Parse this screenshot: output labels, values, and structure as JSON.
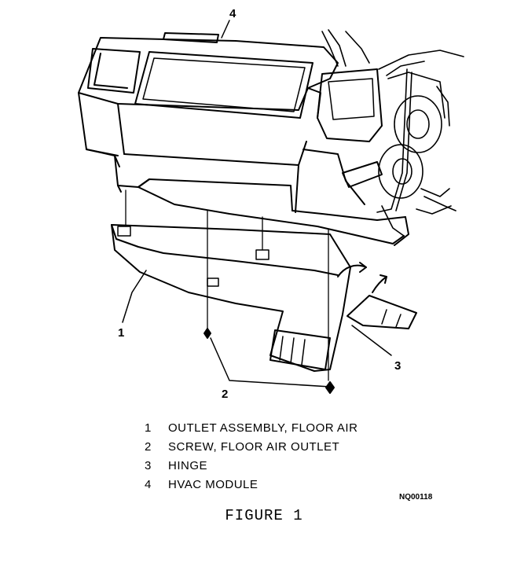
{
  "callouts": [
    "1",
    "2",
    "3",
    "4"
  ],
  "legend": [
    {
      "num": "1",
      "text": "OUTLET ASSEMBLY, FLOOR AIR"
    },
    {
      "num": "2",
      "text": "SCREW, FLOOR AIR OUTLET"
    },
    {
      "num": "3",
      "text": "HINGE"
    },
    {
      "num": "4",
      "text": "HVAC MODULE"
    }
  ],
  "figure_code": "NQ00118",
  "figure_title": "FIGURE 1"
}
